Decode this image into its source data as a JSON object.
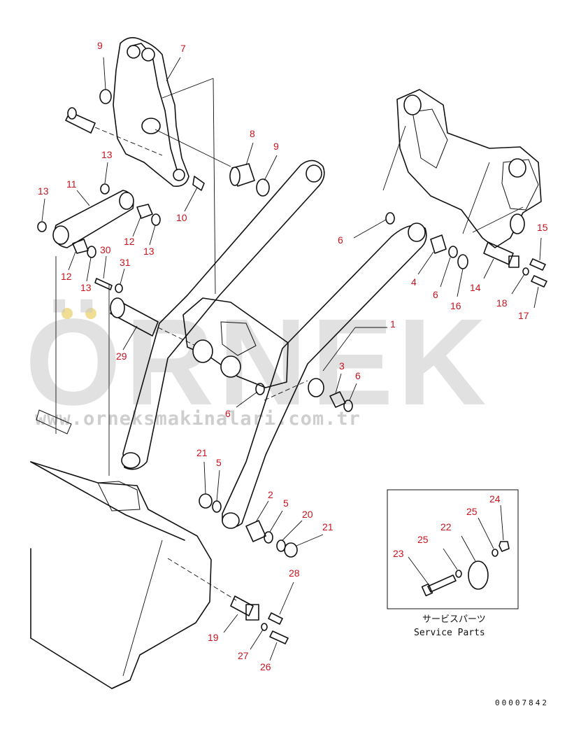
{
  "watermark": {
    "brand": "ÖRNEK",
    "url": "www.orneksmakinalari.com.tr"
  },
  "service_box": {
    "caption_jp": "サービスパーツ",
    "caption_en": "Service Parts"
  },
  "document_number": "00007842",
  "callouts": [
    {
      "id": "c9a",
      "label": "9"
    },
    {
      "id": "c7",
      "label": "7"
    },
    {
      "id": "c8",
      "label": "8"
    },
    {
      "id": "c9b",
      "label": "9"
    },
    {
      "id": "c13a",
      "label": "13"
    },
    {
      "id": "c11",
      "label": "11"
    },
    {
      "id": "c13b",
      "label": "13"
    },
    {
      "id": "c10",
      "label": "10"
    },
    {
      "id": "c12a",
      "label": "12"
    },
    {
      "id": "c13c",
      "label": "13"
    },
    {
      "id": "c30",
      "label": "30"
    },
    {
      "id": "c31",
      "label": "31"
    },
    {
      "id": "c12b",
      "label": "12"
    },
    {
      "id": "c13d",
      "label": "13"
    },
    {
      "id": "c29",
      "label": "29"
    },
    {
      "id": "c6a",
      "label": "6"
    },
    {
      "id": "c4",
      "label": "4"
    },
    {
      "id": "c6b",
      "label": "6"
    },
    {
      "id": "c16",
      "label": "16"
    },
    {
      "id": "c14",
      "label": "14"
    },
    {
      "id": "c18",
      "label": "18"
    },
    {
      "id": "c17",
      "label": "17"
    },
    {
      "id": "c15",
      "label": "15"
    },
    {
      "id": "c1",
      "label": "1"
    },
    {
      "id": "c3",
      "label": "3"
    },
    {
      "id": "c6c",
      "label": "6"
    },
    {
      "id": "c6d",
      "label": "6"
    },
    {
      "id": "c21a",
      "label": "21"
    },
    {
      "id": "c5a",
      "label": "5"
    },
    {
      "id": "c2",
      "label": "2"
    },
    {
      "id": "c5b",
      "label": "5"
    },
    {
      "id": "c20",
      "label": "20"
    },
    {
      "id": "c21b",
      "label": "21"
    },
    {
      "id": "c28",
      "label": "28"
    },
    {
      "id": "c19",
      "label": "19"
    },
    {
      "id": "c27",
      "label": "27"
    },
    {
      "id": "c26",
      "label": "26"
    },
    {
      "id": "c24",
      "label": "24"
    },
    {
      "id": "c25a",
      "label": "25"
    },
    {
      "id": "c22",
      "label": "22"
    },
    {
      "id": "c23",
      "label": "23"
    },
    {
      "id": "c25b",
      "label": "25"
    }
  ]
}
